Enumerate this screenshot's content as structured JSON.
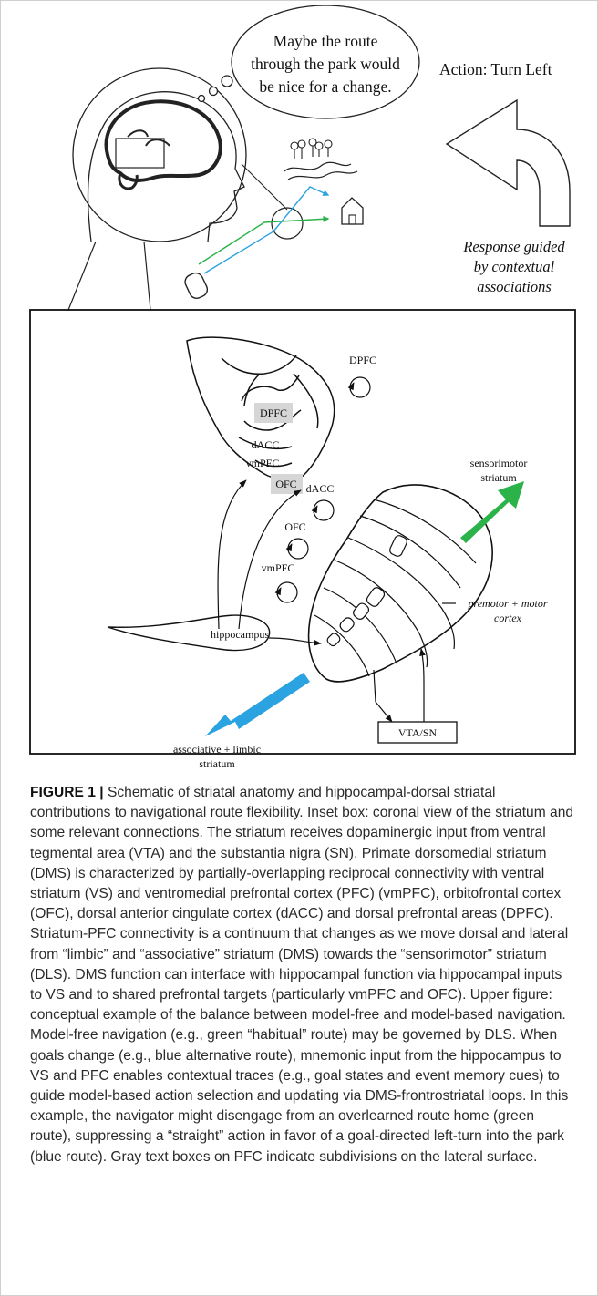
{
  "speech_bubble": [
    "Maybe the route",
    "through the park would",
    "be nice for a change."
  ],
  "action_label": "Action: Turn Left",
  "response_label": [
    "Response guided",
    "by contextual",
    "associations"
  ],
  "pfc_labels": {
    "dpfc": "DPFC",
    "dacc": "dACC",
    "vmpfc": "vmPFC",
    "ofc": "OFC"
  },
  "loop_labels": {
    "dpfc": "DPFC",
    "dacc": "dACC",
    "ofc": "OFC",
    "vmpfc": "vmPFC"
  },
  "hippocampus_label": "hippocampus",
  "sensorimotor_label": [
    "sensorimotor",
    "striatum"
  ],
  "premotor_label": [
    "premotor + motor",
    "cortex"
  ],
  "associative_label": [
    "associative + limbic",
    "striatum"
  ],
  "vta_label": "VTA/SN",
  "colors": {
    "green": "#2bb34a",
    "blue": "#2ba3e0",
    "gray_box": "#d6d6d6"
  },
  "caption": {
    "figure_label": "FIGURE 1 |",
    "text": " Schematic of striatal anatomy and hippocampal-dorsal striatal contributions to navigational route flexibility. Inset box: coronal view of the striatum and some relevant connections. The striatum receives dopaminergic input from ventral tegmental area (VTA) and the substantia nigra (SN). Primate dorsomedial striatum (DMS) is characterized by partially-overlapping reciprocal connectivity with ventral striatum (VS) and ventromedial prefrontal cortex (PFC) (vmPFC), orbitofrontal cortex (OFC), dorsal anterior cingulate cortex (dACC) and dorsal prefrontal areas (DPFC). Striatum-PFC connectivity is a continuum that changes as we move dorsal and lateral from “limbic” and “associative” striatum (DMS) towards the “sensorimotor” striatum (DLS). DMS function can interface with hippocampal function via hippocampal inputs to VS and to shared prefrontal targets (particularly vmPFC and OFC). Upper figure: conceptual example of the balance between model-free and model-based navigation. Model-free navigation (e.g., green “habitual” route) may be governed by DLS. When goals change (e.g., blue alternative route), mnemonic input from the hippocampus to VS and PFC enables contextual traces (e.g., goal states and event memory cues) to guide model-based action selection and updating via DMS-frontrostriatal loops. In this example, the navigator might disengage from an overlearned route home (green route), suppressing a “straight” action in favor of a goal-directed left-turn into the park (blue route). Gray text boxes on PFC indicate subdivisions on the lateral surface."
  }
}
